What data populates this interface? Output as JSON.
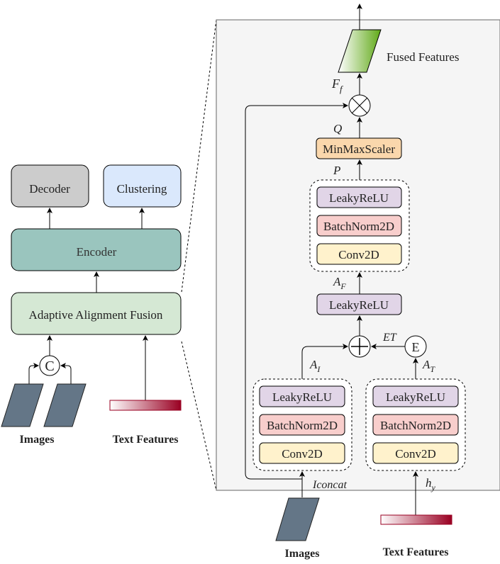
{
  "overview": {
    "decoder": "Decoder",
    "clustering": "Clustering",
    "encoder": "Encoder",
    "fusion": "Adaptive Alignment Fusion",
    "concat_symbol": "C",
    "images_label": "Images",
    "text_features_label": "Text Features"
  },
  "detail": {
    "fused_features": "Fused Features",
    "ff_label": "F",
    "ff_sub": "f",
    "q_label": "Q",
    "p_label": "P",
    "minmax": "MinMaxScaler",
    "af_label": "A",
    "af_sub": "F",
    "ai_label": "A",
    "ai_sub": "I",
    "at_label": "A",
    "at_sub": "T",
    "et_label": "ET",
    "e_symbol": "E",
    "iconcat_label": "Iconcat",
    "hy_label": "h",
    "hy_sub": "y",
    "top_block": [
      "LeakyReLU",
      "BatchNorm2D",
      "Conv2D"
    ],
    "single_leaky": "LeakyReLU",
    "image_block": [
      "LeakyReLU",
      "BatchNorm2D",
      "Conv2D"
    ],
    "text_block": [
      "LeakyReLU",
      "BatchNorm2D",
      "Conv2D"
    ],
    "images_label": "Images",
    "text_features_label": "Text Features"
  },
  "colors": {
    "decoder_fill": "#cccccc",
    "clustering_fill": "#dae8fc",
    "encoder_fill": "#9ac5be",
    "fusion_fill": "#d5e8d4",
    "image_fill": "#647687",
    "text_dark": "#990022",
    "panel_fill": "#f5f5f5",
    "leaky_fill": "#e1d5e7",
    "batchnorm_fill": "#f8cecc",
    "conv_fill": "#fff2cc",
    "minmax_fill": "#fad7ac",
    "fused_green": "#60a917"
  }
}
